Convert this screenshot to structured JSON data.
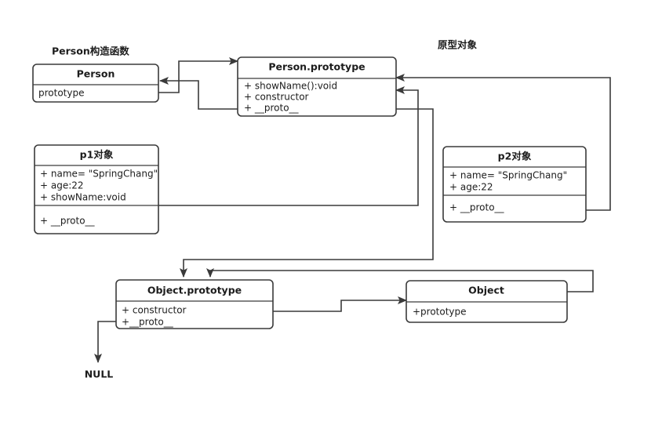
{
  "diagram": {
    "title_caption_left": "Person构造函数",
    "title_caption_right": "原型对象",
    "terminal_label": "NULL",
    "colors": {
      "stroke": "#3a3a3a",
      "text": "#1c1c1c",
      "background": "#ffffff"
    }
  },
  "boxes": {
    "person": {
      "title": "Person",
      "rows": [
        "prototype"
      ]
    },
    "person_prototype": {
      "title": "Person.prototype",
      "rows": [
        "+ showName():void",
        "+ constructor",
        "+ __proto__"
      ]
    },
    "p1": {
      "title": "p1对象",
      "rows_top": [
        "+ name= \"SpringChang\"",
        "+ age:22",
        "+ showName:void"
      ],
      "rows_bottom": [
        "+ __proto__"
      ]
    },
    "p2": {
      "title": "p2对象",
      "rows_top": [
        "+ name= \"SpringChang\"",
        "+ age:22"
      ],
      "rows_bottom": [
        "+ __proto__"
      ]
    },
    "object_prototype": {
      "title": "Object.prototype",
      "rows": [
        "+ constructor",
        "+__proto__"
      ]
    },
    "object": {
      "title": "Object",
      "rows": [
        "+prototype"
      ]
    }
  },
  "connections": [
    {
      "name": "person-prototype-to-person-prototype-box",
      "from": "person.prototype",
      "to": "person_prototype.header"
    },
    {
      "name": "person-prototype-proto-to-person",
      "from": "person_prototype.__proto__",
      "to": "person"
    },
    {
      "name": "p1-proto-to-person-prototype",
      "from": "p1.__proto__",
      "to": "person_prototype"
    },
    {
      "name": "p2-proto-to-person-prototype",
      "from": "p2.__proto__",
      "to": "person_prototype"
    },
    {
      "name": "person-prototype-proto-to-object-prototype",
      "from": "person_prototype.__proto__",
      "to": "object_prototype"
    },
    {
      "name": "object-prototype-constructor-to-object",
      "from": "object_prototype",
      "to": "object"
    },
    {
      "name": "object-prototype-to-object-prototype",
      "from": "object.prototype",
      "to": "object_prototype"
    },
    {
      "name": "object-prototype-proto-to-null",
      "from": "object_prototype.__proto__",
      "to": "NULL"
    }
  ]
}
